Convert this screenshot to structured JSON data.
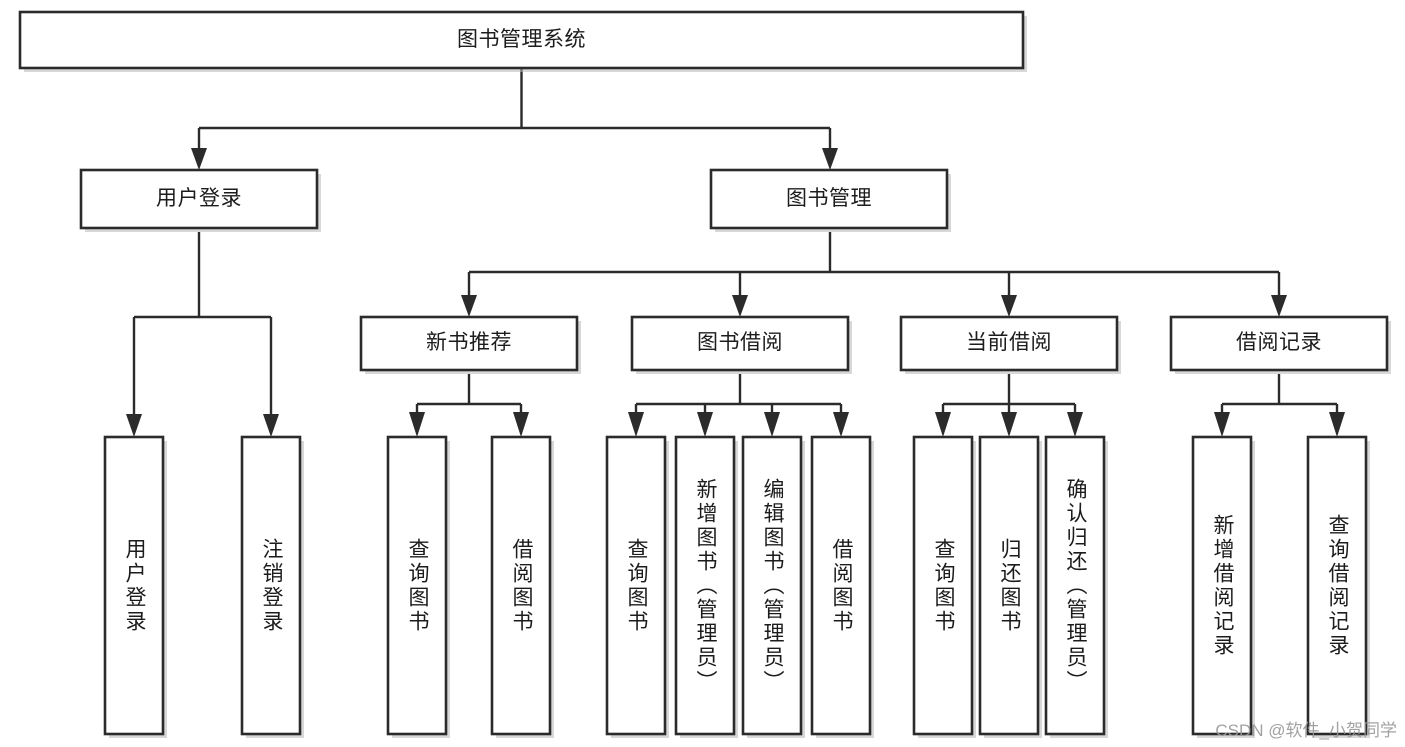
{
  "diagram": {
    "type": "tree-hierarchy-chart",
    "title": "图书管理系统",
    "orientation": "top-down",
    "colors": {
      "stroke": "#2b2b2b",
      "fill": "#ffffff",
      "text": "#1c1c1c",
      "shadow": "#b8b8b8",
      "watermark": "#9a9a9a"
    },
    "root": {
      "id": "root",
      "label": "图书管理系统"
    },
    "level2": [
      {
        "id": "user-login",
        "label": "用户登录"
      },
      {
        "id": "book-manage",
        "label": "图书管理"
      }
    ],
    "level3": [
      {
        "id": "new-book-rec",
        "label": "新书推荐",
        "parent": "book-manage"
      },
      {
        "id": "book-borrow",
        "label": "图书借阅",
        "parent": "book-manage"
      },
      {
        "id": "current-borrow",
        "label": "当前借阅",
        "parent": "book-manage"
      },
      {
        "id": "borrow-record",
        "label": "借阅记录",
        "parent": "book-manage"
      }
    ],
    "leaves": [
      {
        "id": "leaf-user-login",
        "label": "用户登录",
        "parent": "user-login"
      },
      {
        "id": "leaf-logout-login",
        "label": "注销登录",
        "parent": "user-login"
      },
      {
        "id": "leaf-query-book-1",
        "label": "查询图书",
        "parent": "new-book-rec"
      },
      {
        "id": "leaf-borrow-book-1",
        "label": "借阅图书",
        "parent": "new-book-rec"
      },
      {
        "id": "leaf-query-book-2",
        "label": "查询图书",
        "parent": "book-borrow"
      },
      {
        "id": "leaf-add-book",
        "label": "新增图书（管理员）",
        "parent": "book-borrow"
      },
      {
        "id": "leaf-edit-book",
        "label": "编辑图书（管理员）",
        "parent": "book-borrow"
      },
      {
        "id": "leaf-borrow-book-2",
        "label": "借阅图书",
        "parent": "book-borrow"
      },
      {
        "id": "leaf-query-book-3",
        "label": "查询图书",
        "parent": "current-borrow"
      },
      {
        "id": "leaf-return-book",
        "label": "归还图书",
        "parent": "current-borrow"
      },
      {
        "id": "leaf-confirm-return",
        "label": "确认归还（管理员）",
        "parent": "current-borrow"
      },
      {
        "id": "leaf-add-record",
        "label": "新增借阅记录",
        "parent": "borrow-record"
      },
      {
        "id": "leaf-query-record",
        "label": "查询借阅记录",
        "parent": "borrow-record"
      }
    ]
  },
  "watermark": {
    "text": "CSDN @软件_小贺同学"
  }
}
